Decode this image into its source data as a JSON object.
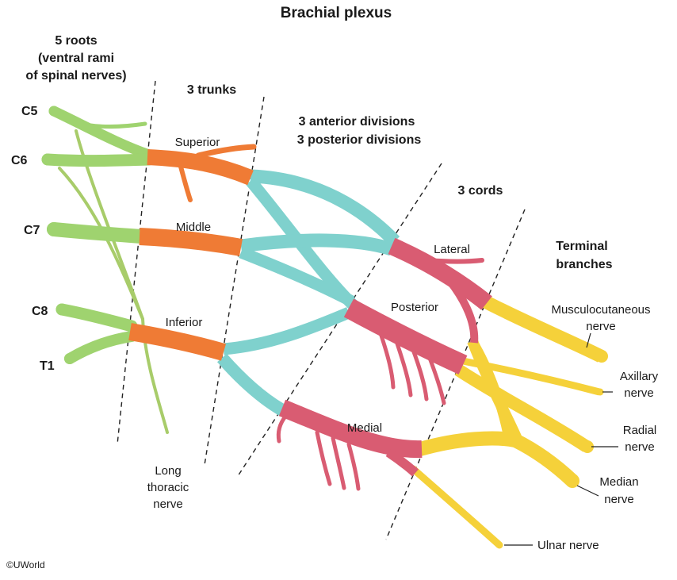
{
  "title": "Brachial plexus",
  "headers": {
    "roots": [
      "5 roots",
      "(ventral rami",
      "of spinal nerves)"
    ],
    "trunks": "3 trunks",
    "divisions": [
      "3 anterior divisions",
      "3 posterior divisions"
    ],
    "cords": "3 cords",
    "terminal": [
      "Terminal",
      "branches"
    ]
  },
  "roots": [
    "C5",
    "C6",
    "C7",
    "C8",
    "T1"
  ],
  "trunks": {
    "superior": "Superior",
    "middle": "Middle",
    "inferior": "Inferior"
  },
  "cords": {
    "lateral": "Lateral",
    "posterior": "Posterior",
    "medial": "Medial"
  },
  "branches": {
    "musculocutaneous": [
      "Musculocutaneous",
      "nerve"
    ],
    "axillary": [
      "Axillary",
      "nerve"
    ],
    "radial": [
      "Radial",
      "nerve"
    ],
    "median": [
      "Median",
      "nerve"
    ],
    "ulnar": "Ulnar nerve"
  },
  "long_thoracic": [
    "Long",
    "thoracic",
    "nerve"
  ],
  "copyright": "©UWorld",
  "colors": {
    "roots": "#9fd36f",
    "trunks": "#ef7b35",
    "divisions": "#7fd1cd",
    "cords": "#d95c72",
    "branches": "#f5d13a"
  }
}
